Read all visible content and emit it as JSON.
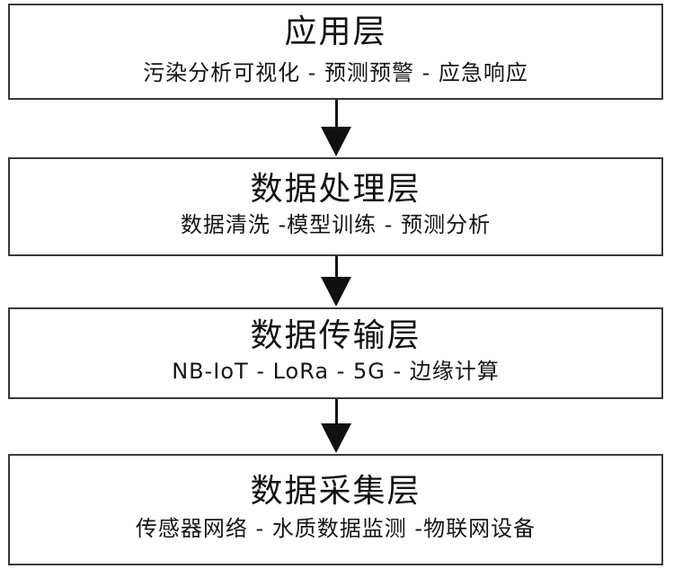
{
  "layers": [
    {
      "title": "应用层",
      "subtitle": "污染分析可视化 - 预测预警 - 应急响应"
    },
    {
      "title": "数据处理层",
      "subtitle": "数据清洗 -模型训练 - 预测分析"
    },
    {
      "title": "数据传输层",
      "subtitle": "NB-IoT - LoRa - 5G - 边缘计算"
    },
    {
      "title": "数据采集层",
      "subtitle": "传感器网络 - 水质数据监测 -物联网设备"
    }
  ],
  "colors": {
    "border": "#3a3a3a",
    "arrow": "#111111",
    "background": "#ffffff",
    "text": "#111111"
  },
  "icons": [
    "arrow-down-icon"
  ]
}
